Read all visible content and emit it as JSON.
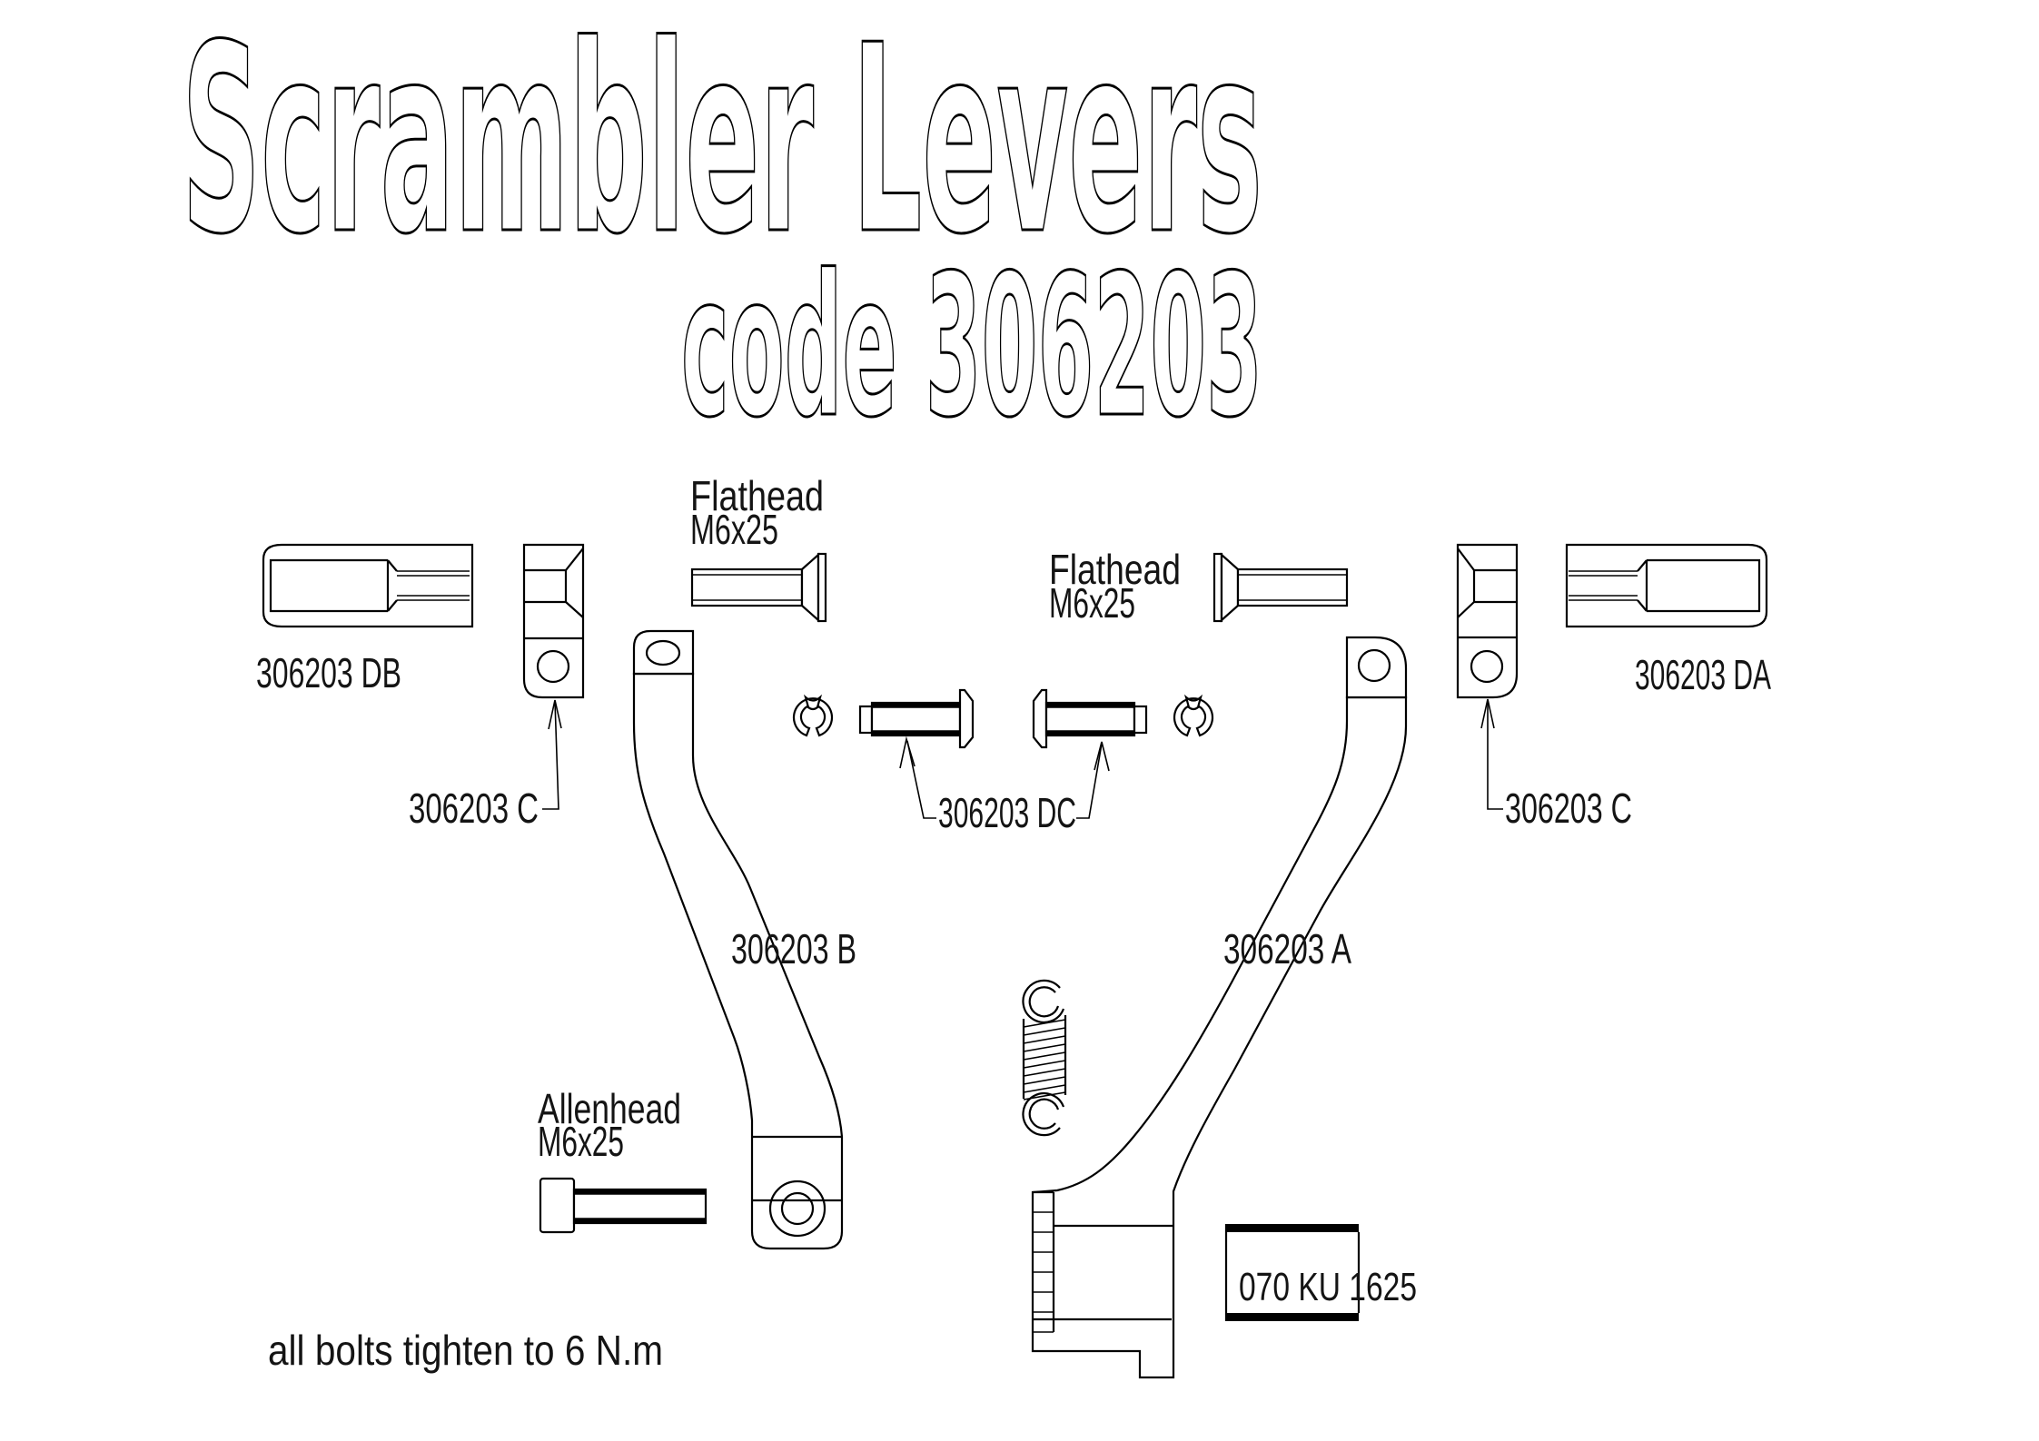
{
  "title": {
    "line1": "Scrambler Levers",
    "line2": "code 306203"
  },
  "hardware": {
    "flathead_left": {
      "name": "Flathead",
      "size": "M6x25"
    },
    "flathead_right": {
      "name": "Flathead",
      "size": "M6x25"
    },
    "allenhead": {
      "name": "Allenhead",
      "size": "M6x25"
    }
  },
  "parts": {
    "db": {
      "label": "306203 DB"
    },
    "da": {
      "label": "306203 DA"
    },
    "c_left": {
      "label": "306203 C"
    },
    "c_right": {
      "label": "306203 C"
    },
    "dc": {
      "label": "306203 DC"
    },
    "lever_b": {
      "label": "306203 B"
    },
    "lever_a": {
      "label": "306203 A"
    }
  },
  "stamp": {
    "text": "070 KU 1625"
  },
  "note": {
    "text": "all bolts tighten to 6 N.m"
  },
  "colors": {
    "line": "#000000",
    "background": "#ffffff"
  }
}
